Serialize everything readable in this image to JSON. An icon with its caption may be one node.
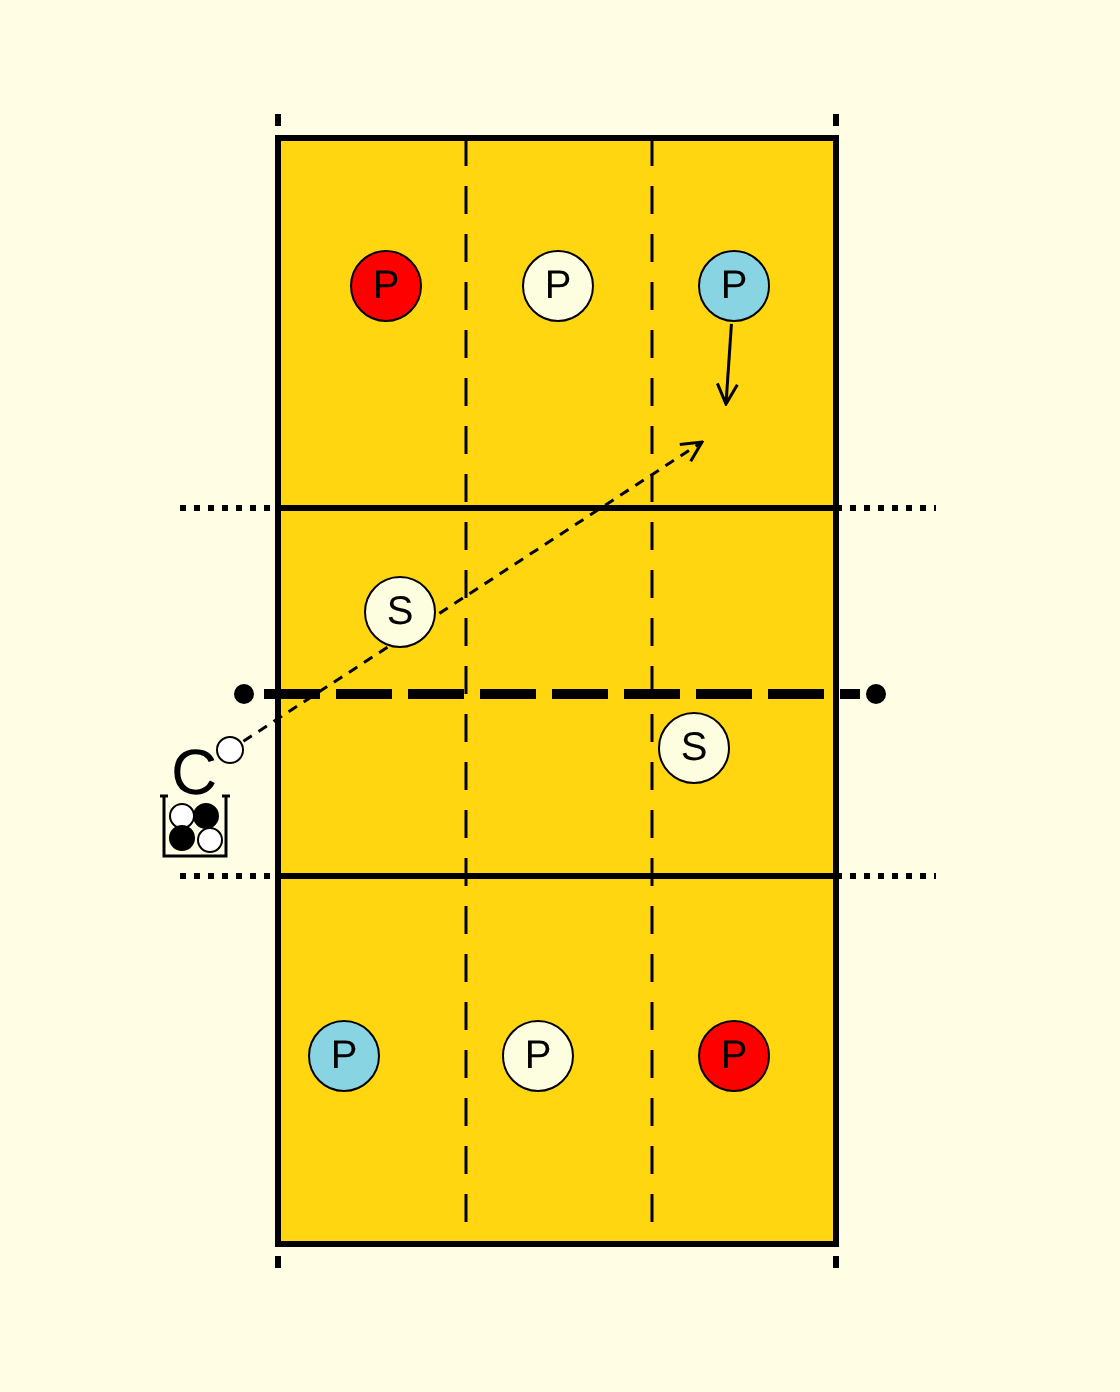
{
  "diagram": {
    "nodes": [
      {
        "text": [
          "P"
        ]
      },
      {
        "text": [
          "P"
        ]
      },
      {
        "text": [
          "P"
        ]
      },
      {
        "text": [
          "S"
        ]
      },
      {
        "text": [
          "C"
        ]
      },
      {
        "text": [],
        "shape": "circle"
      },
      {
        "text": [
          "S"
        ]
      },
      {
        "text": [
          "P"
        ]
      },
      {
        "text": [
          "P"
        ]
      },
      {
        "text": [
          "P"
        ]
      }
    ],
    "edges": [
      {
        "from": 5,
        "to": null,
        "arrow": "to",
        "style": "dashed"
      },
      {
        "from": 2,
        "to": null,
        "arrow": "to"
      }
    ]
  }
}
